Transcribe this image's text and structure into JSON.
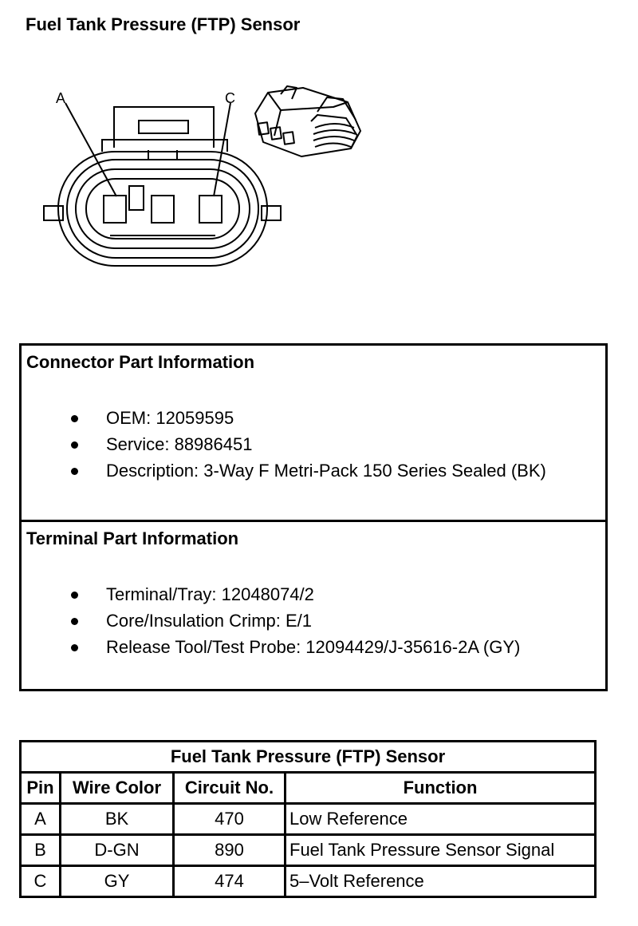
{
  "page": {
    "title": "Fuel Tank Pressure (FTP) Sensor"
  },
  "diagram": {
    "pin_labels": [
      "A",
      "C"
    ]
  },
  "connector_info": {
    "heading": "Connector Part Information",
    "items": [
      "OEM: 12059595",
      "Service: 88986451",
      "Description: 3-Way F Metri-Pack 150 Series Sealed (BK)"
    ]
  },
  "terminal_info": {
    "heading": "Terminal Part Information",
    "items": [
      "Terminal/Tray: 12048074/2",
      "Core/Insulation Crimp: E/1",
      "Release Tool/Test Probe: 12094429/J-35616-2A (GY)"
    ]
  },
  "pin_table": {
    "caption": "Fuel Tank Pressure (FTP) Sensor",
    "headers": [
      "Pin",
      "Wire Color",
      "Circuit No.",
      "Function"
    ],
    "rows": [
      [
        "A",
        "BK",
        "470",
        "Low Reference"
      ],
      [
        "B",
        "D-GN",
        "890",
        "Fuel Tank Pressure Sensor Signal"
      ],
      [
        "C",
        "GY",
        "474",
        "5–Volt Reference"
      ]
    ]
  }
}
